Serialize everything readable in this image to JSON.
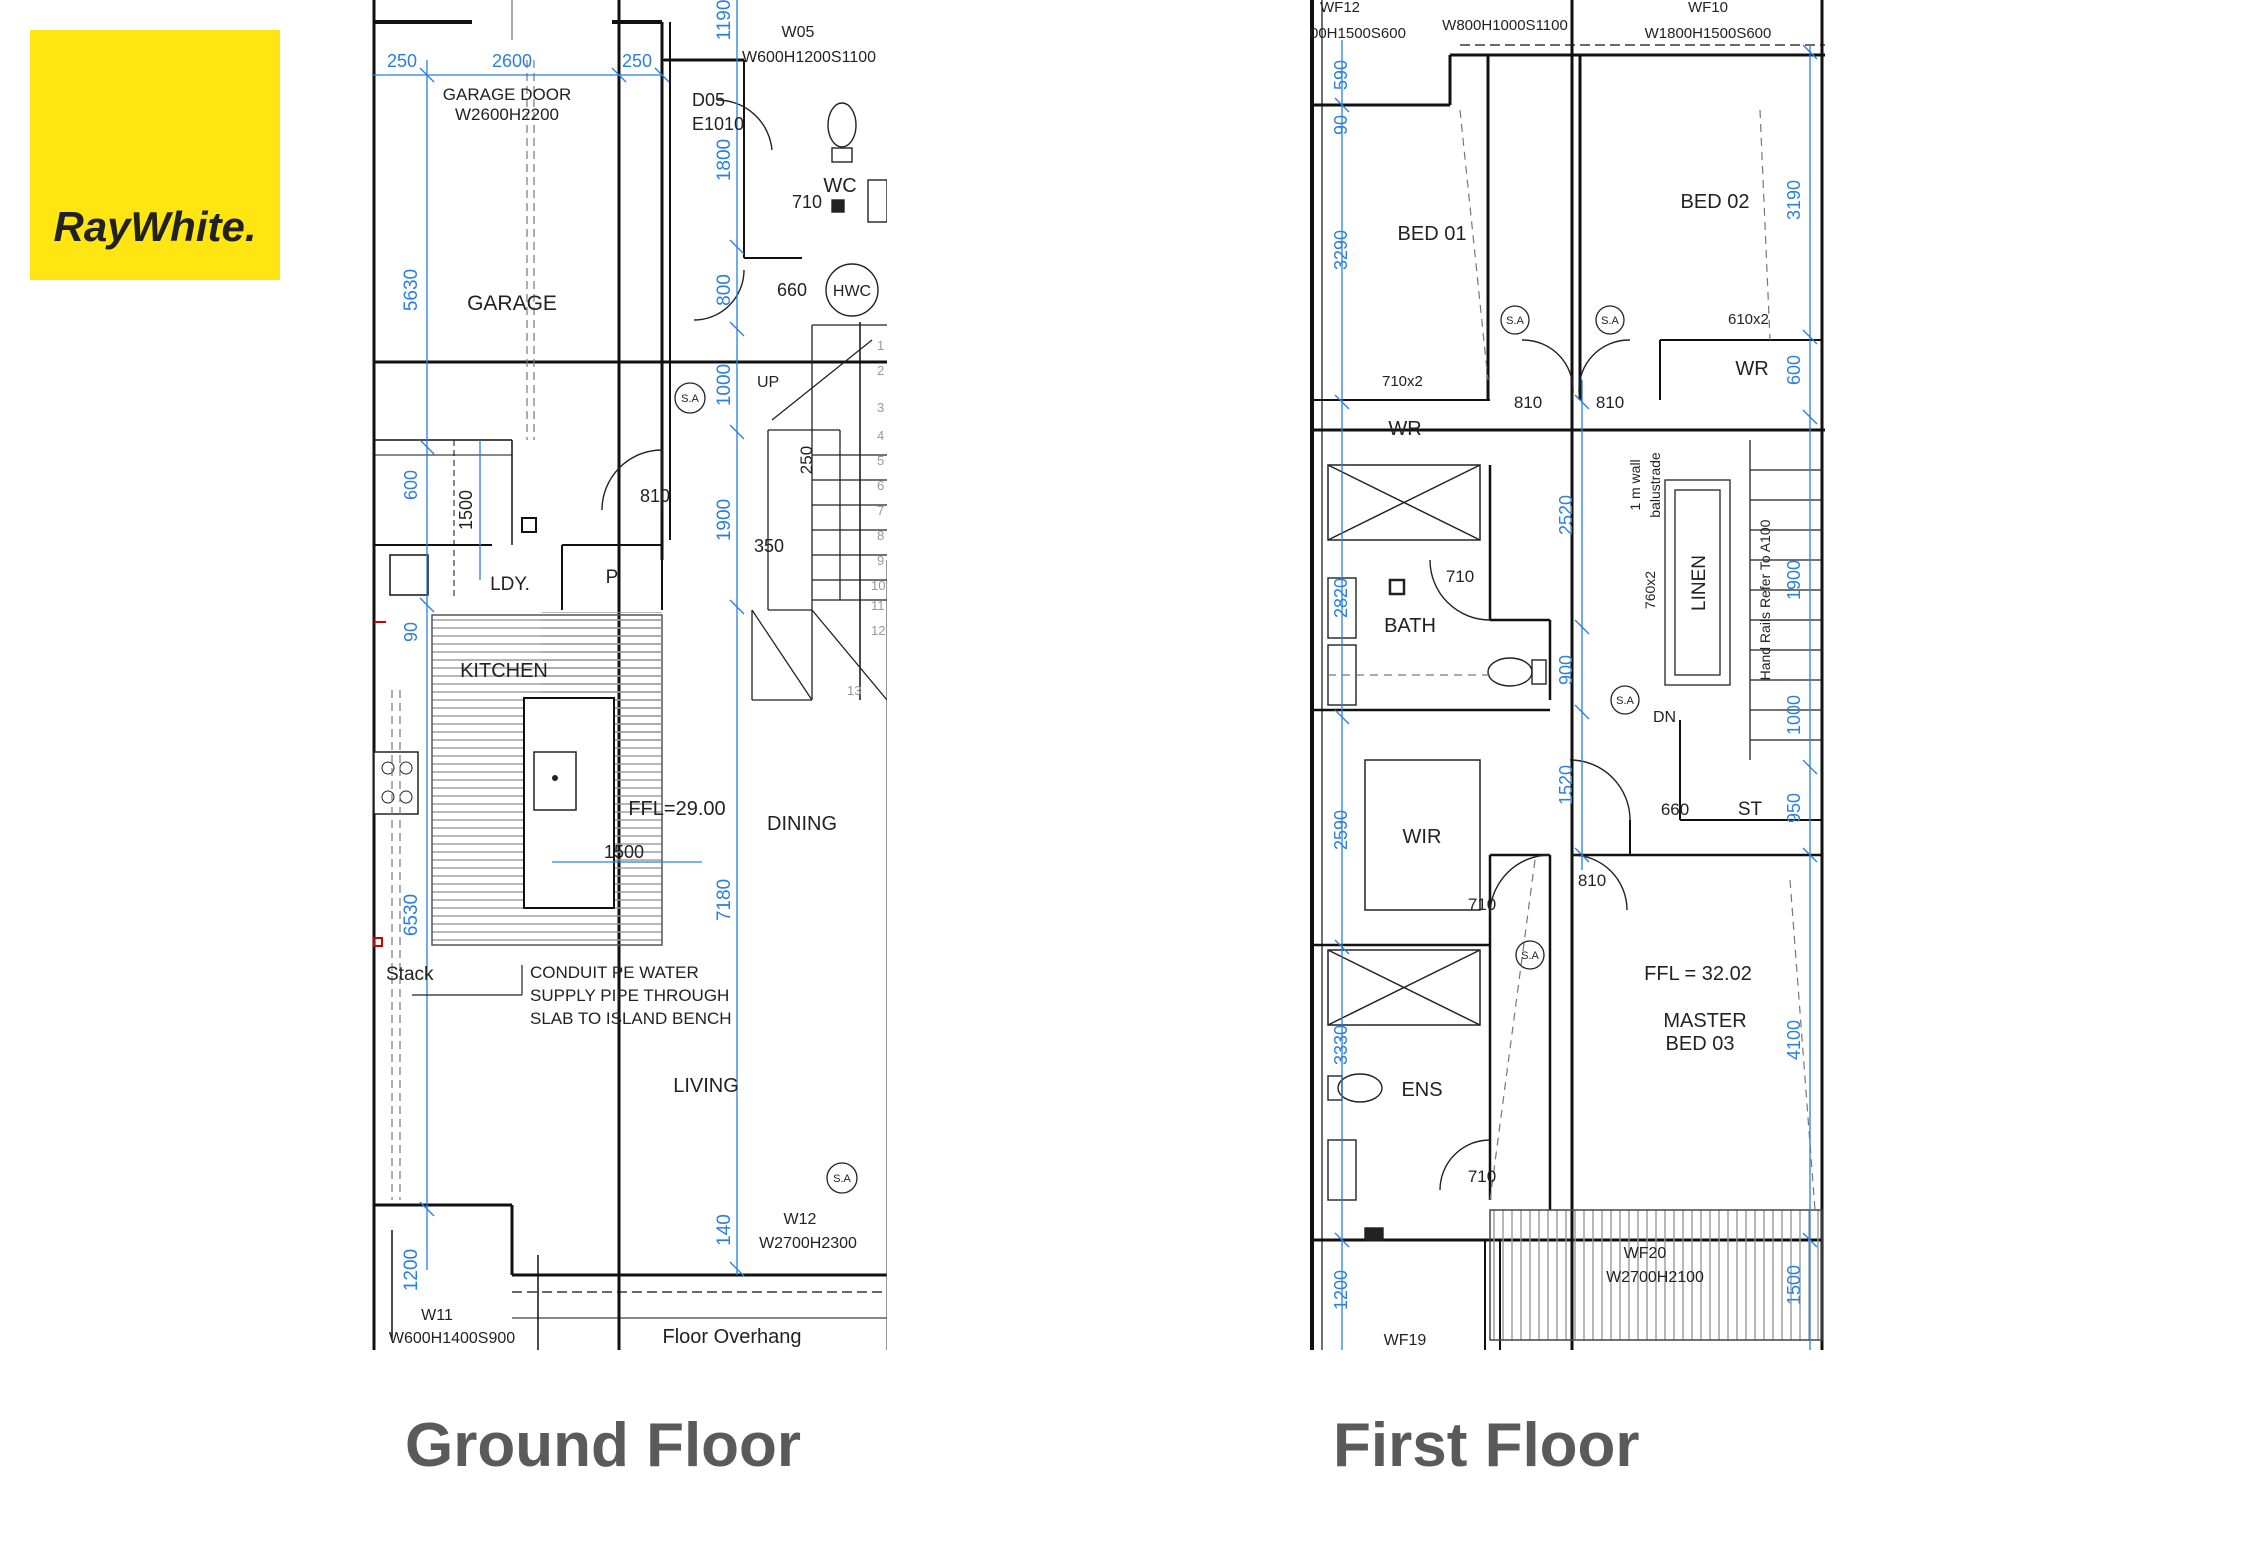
{
  "brand": {
    "name": "RayWhite.",
    "bg_color": "#ffe512",
    "text_color": "#4a4a4a"
  },
  "captions": {
    "ground": "Ground Floor",
    "first": "First Floor"
  },
  "colors": {
    "dimension": "#2a7fe0",
    "wall": "#111111",
    "hatch": "#999999",
    "marker": "#cc0000"
  },
  "ground_floor": {
    "rooms": {
      "garage": "GARAGE",
      "wc": "WC",
      "hwc": "HWC",
      "kitchen": "KITCHEN",
      "dining": "DINING",
      "living": "LIVING",
      "laundry": "LDY.",
      "pantry": "P",
      "stack": "Stack",
      "up": "UP",
      "floor_overhang": "Floor Overhang",
      "ffl": "FFL=29.00"
    },
    "openings": {
      "garage_door": "GARAGE DOOR",
      "garage_door_size": "W2600H2200",
      "w05": "W05",
      "w05_size": "W600H1200S1100",
      "d05": "D05",
      "d05_code": "E1010",
      "w12": "W12",
      "w12_size": "W2700H2300",
      "w11": "W11",
      "w11_size": "W600H1400S900"
    },
    "note": [
      "CONDUIT PE WATER",
      "SUPPLY PIPE THROUGH",
      "SLAB TO ISLAND BENCH"
    ],
    "dimensions": {
      "d2600": "2600",
      "d250a": "250",
      "d250b": "250",
      "d5630": "5630",
      "d1190": "1190",
      "d1800": "1800",
      "d710": "710",
      "d660": "660",
      "d800": "800",
      "d1000": "1000",
      "d1900": "1900",
      "d810": "810",
      "d350": "350",
      "d250c": "250",
      "d1500a": "1500",
      "d1500b": "1500",
      "d6530": "6530",
      "d7180": "7180",
      "d1200": "1200",
      "d140": "140",
      "d90": "90",
      "d600": "600"
    },
    "stairs": [
      "1",
      "2",
      "3",
      "4",
      "5",
      "6",
      "7",
      "8",
      "9",
      "10",
      "11",
      "12",
      "13"
    ]
  },
  "first_floor": {
    "rooms": {
      "bed01": "BED 01",
      "bed02": "BED 02",
      "wr_left": "WR",
      "wr_right": "WR",
      "bath": "BATH",
      "wir": "WIR",
      "ens": "ENS",
      "linen": "LINEN",
      "st": "ST",
      "master": "MASTER",
      "bed03": "BED 03",
      "dn": "DN",
      "ffl": "FFL = 32.02"
    },
    "openings": {
      "wf12": "WF12",
      "wf12_size": "00H1500S600",
      "wf11_size": "W800H1000S1100",
      "wf10": "WF10",
      "wf10_size": "W1800H1500S600",
      "wf20": "WF20",
      "wf20_size": "W2700H2100",
      "wf19": "WF19"
    },
    "notes": {
      "balustrade_1": "1 m wall",
      "balustrade_2": "balustrade",
      "handrails": "Hand Rails Refer To A100",
      "w710x2": "710x2",
      "w610x2": "610x2",
      "w760x2": "760x2"
    },
    "dimensions": {
      "d590": "590",
      "d3290": "3290",
      "d3190": "3190",
      "d810a": "810",
      "d810b": "810",
      "d810c": "810",
      "d710a": "710",
      "d710b": "710",
      "d710c": "710",
      "d2520": "2520",
      "d1900": "1900",
      "d900": "900",
      "d1520": "1520",
      "d660": "660",
      "d950": "950",
      "d2590": "2590",
      "d4100": "4100",
      "d1200": "1200",
      "d1500": "1500",
      "d600": "600",
      "d1000": "1000",
      "d2820": "2820",
      "d3330": "3330",
      "d90": "90"
    }
  }
}
